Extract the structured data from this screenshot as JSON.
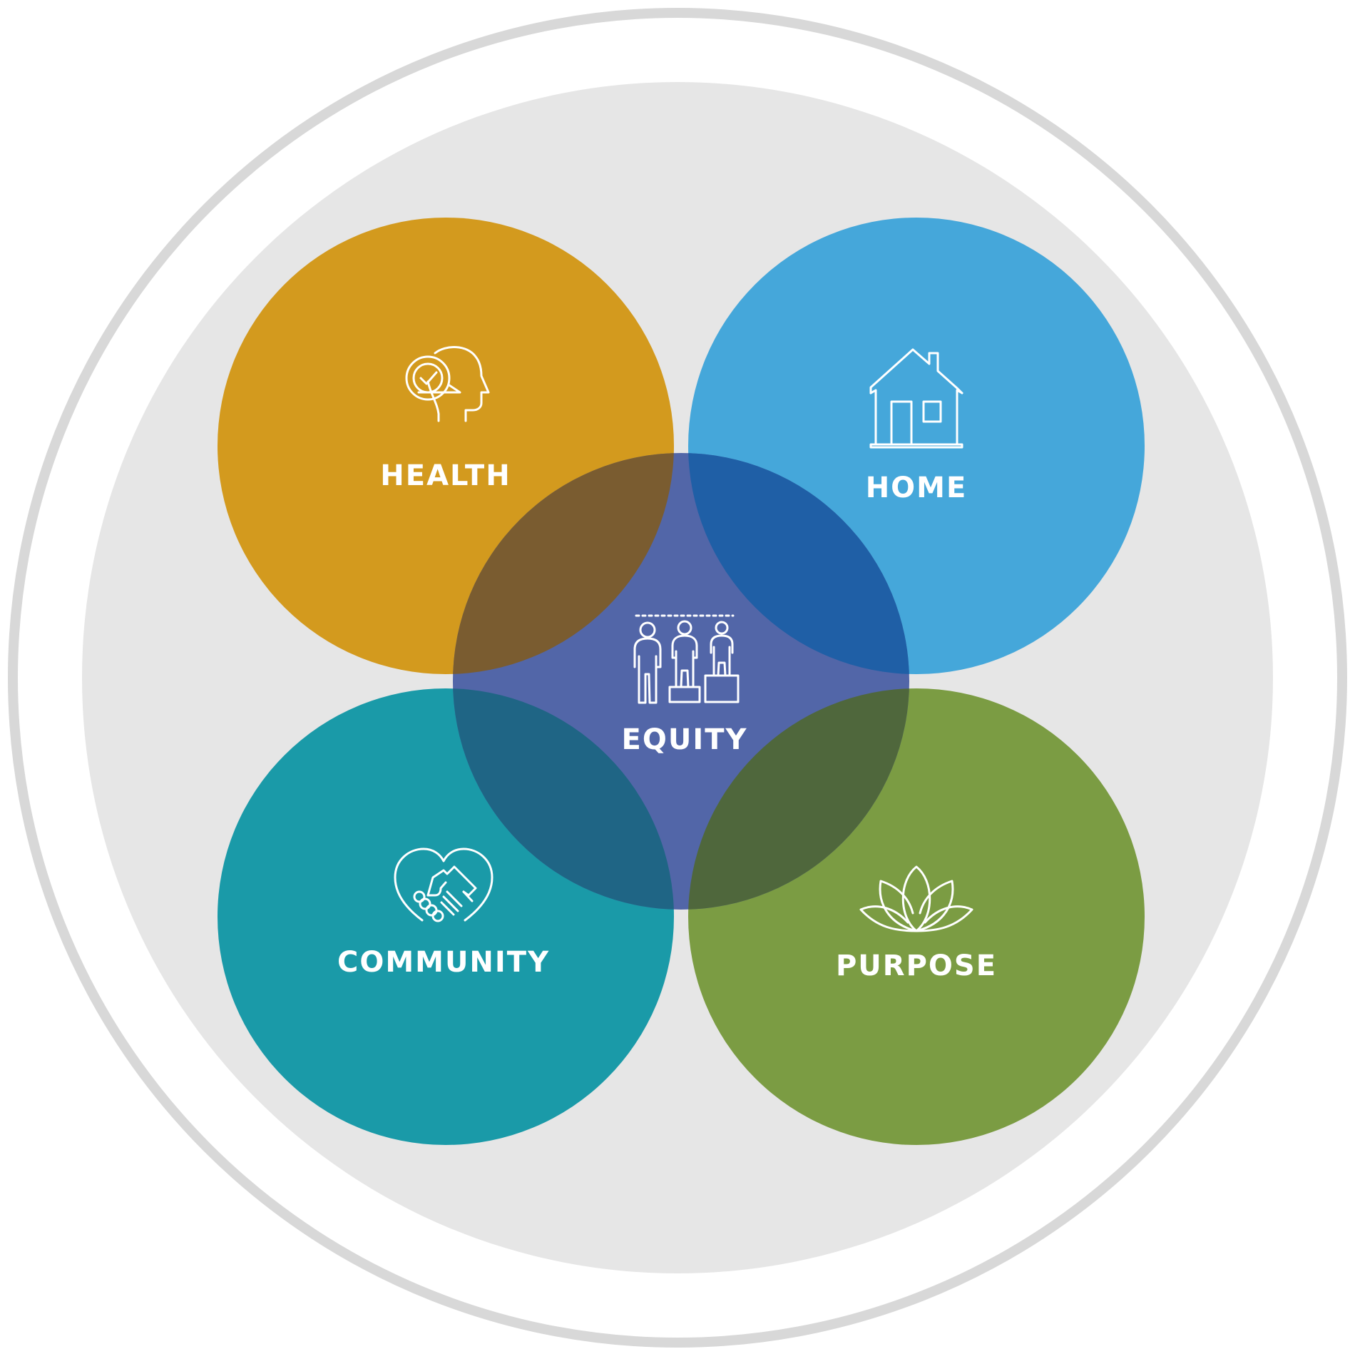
{
  "diagram": {
    "labels": {
      "health": "HEALTH",
      "home": "HOME",
      "community": "COMMUNITY",
      "purpose": "PURPOSE",
      "equity": "EQUITY"
    },
    "icons": {
      "health": "head-check-icon",
      "home": "house-icon",
      "community": "heart-handshake-icon",
      "purpose": "lotus-icon",
      "equity": "equity-people-icon"
    },
    "colors": {
      "outer_ring": "#d8d8d8",
      "background_disc": "#e6e6e6",
      "health": "#d39a1e",
      "home": "#45a7da",
      "community": "#1a9aa8",
      "purpose": "#7b9c43",
      "equity": "#5266a8",
      "overlap_health_equity": "#7a5c30",
      "overlap_home_equity": "#1f5fa6",
      "overlap_community_equity": "#1f6585",
      "overlap_purpose_equity": "#4f673c"
    }
  }
}
